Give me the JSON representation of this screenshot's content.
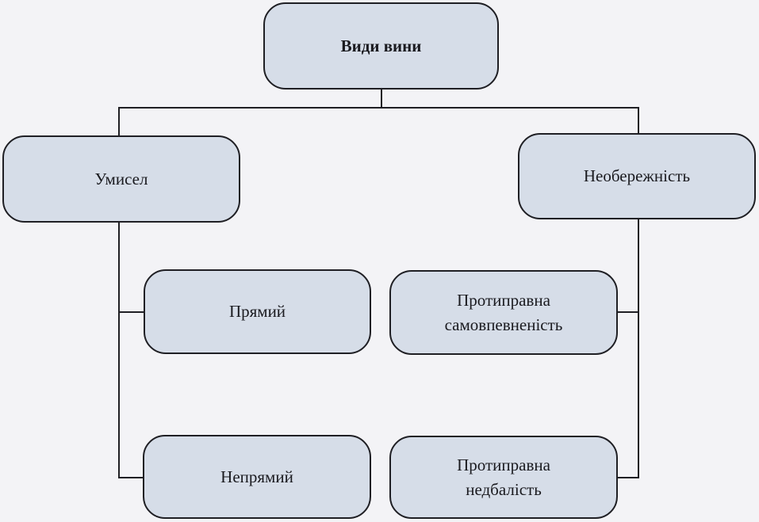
{
  "diagram": {
    "root": {
      "label": "Види вини"
    },
    "intent": {
      "label": "Умисел",
      "children": [
        {
          "label": "Прямий"
        },
        {
          "label": "Непрямий"
        }
      ]
    },
    "negligence": {
      "label": "Необережність",
      "children": [
        {
          "label": "Протиправна\nсамовпевненість"
        },
        {
          "label": "Протиправна\nнедбалість"
        }
      ]
    }
  },
  "colors": {
    "box_fill": "#d6dde8",
    "box_border": "#1f1f24",
    "connector": "#1f1f24",
    "background": "#f3f3f6"
  }
}
